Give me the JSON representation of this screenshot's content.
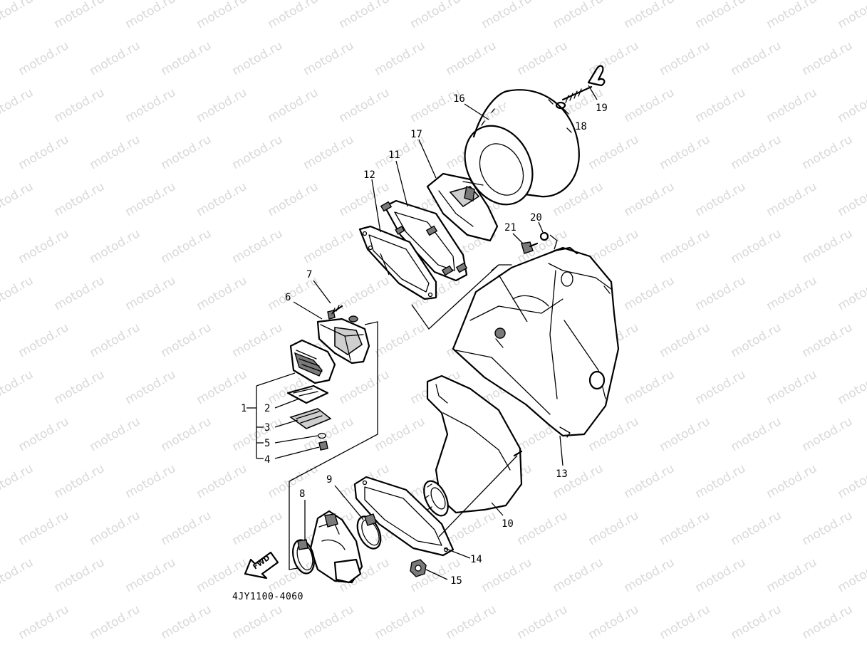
{
  "watermark": {
    "text": "motod.ru"
  },
  "diagram_code": "4JY1100-4060",
  "fwd_label": "FWD",
  "callouts": [
    {
      "id": "c1",
      "label": "1"
    },
    {
      "id": "c2",
      "label": "2"
    },
    {
      "id": "c3",
      "label": "3"
    },
    {
      "id": "c4",
      "label": "4"
    },
    {
      "id": "c5",
      "label": "5"
    },
    {
      "id": "c6",
      "label": "6"
    },
    {
      "id": "c7",
      "label": "7"
    },
    {
      "id": "c8",
      "label": "8"
    },
    {
      "id": "c9",
      "label": "9"
    },
    {
      "id": "c10",
      "label": "10"
    },
    {
      "id": "c11",
      "label": "11"
    },
    {
      "id": "c12",
      "label": "12"
    },
    {
      "id": "c13",
      "label": "13"
    },
    {
      "id": "c14",
      "label": "14"
    },
    {
      "id": "c15",
      "label": "15"
    },
    {
      "id": "c16",
      "label": "16"
    },
    {
      "id": "c17",
      "label": "17"
    },
    {
      "id": "c18",
      "label": "18"
    },
    {
      "id": "c19",
      "label": "19"
    },
    {
      "id": "c20",
      "label": "20"
    },
    {
      "id": "c21",
      "label": "21"
    }
  ]
}
